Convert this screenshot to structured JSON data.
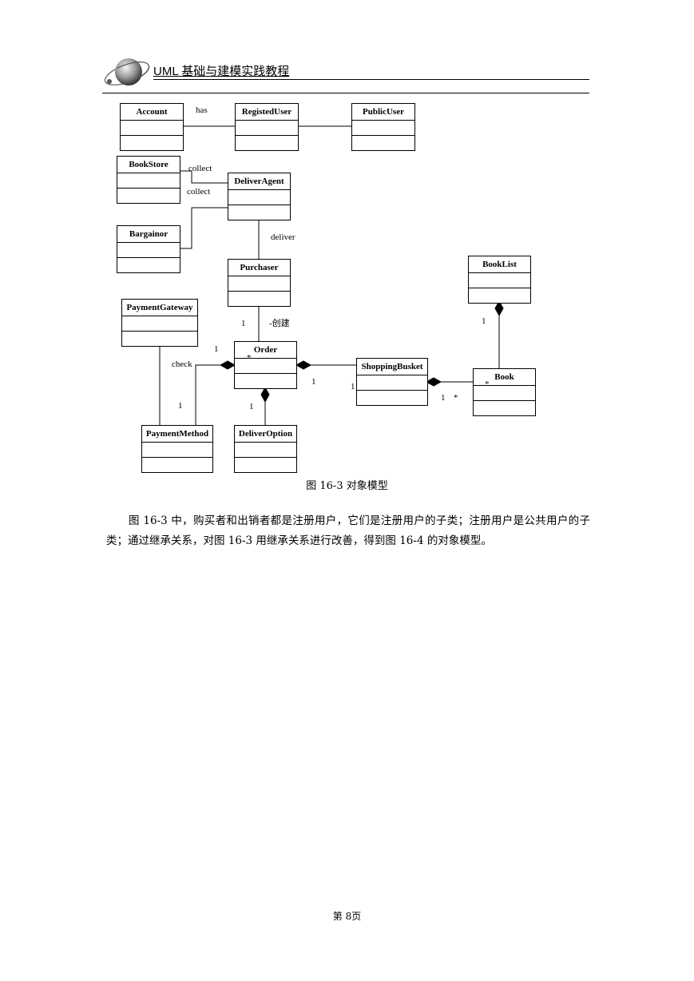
{
  "header": {
    "title": "UML 基础与建模实践教程"
  },
  "diagram": {
    "classes": {
      "account": "Account",
      "registed_user": "RegistedUser",
      "public_user": "PublicUser",
      "book_store": "BookStore",
      "deliver_agent": "DeliverAgent",
      "bargainor": "Bargainor",
      "purchaser": "Purchaser",
      "book_list": "BookList",
      "payment_gateway": "PaymentGateway",
      "order": "Order",
      "shopping_busket": "ShoppingBusket",
      "book": "Book",
      "payment_method": "PaymentMethod",
      "deliver_option": "DeliverOption"
    },
    "labels": {
      "has": "has",
      "collect_1": "collect",
      "collect_2": "collect",
      "deliver": "deliver",
      "create": "-创建",
      "check": "check",
      "purchaser_order_mult": "1",
      "order_top_mult": "1",
      "order_star": "*",
      "order_right_mult": "1",
      "busket_left_mult": "1",
      "busket_right_mult": "1",
      "book_star_right": "*",
      "book_star": "*",
      "book_list_mult": "1",
      "payment_mult": "1",
      "deliver_option_mult": "1"
    }
  },
  "caption": "图 16-3  对象模型",
  "paragraph": "图 16-3 中，购买者和出销者都是注册用户，它们是注册用户的子类；注册用户是公共用户的子类；通过继承关系，对图 16-3 用继承关系进行改善，得到图 16-4 的对象模型。",
  "page_number": "第 8页"
}
